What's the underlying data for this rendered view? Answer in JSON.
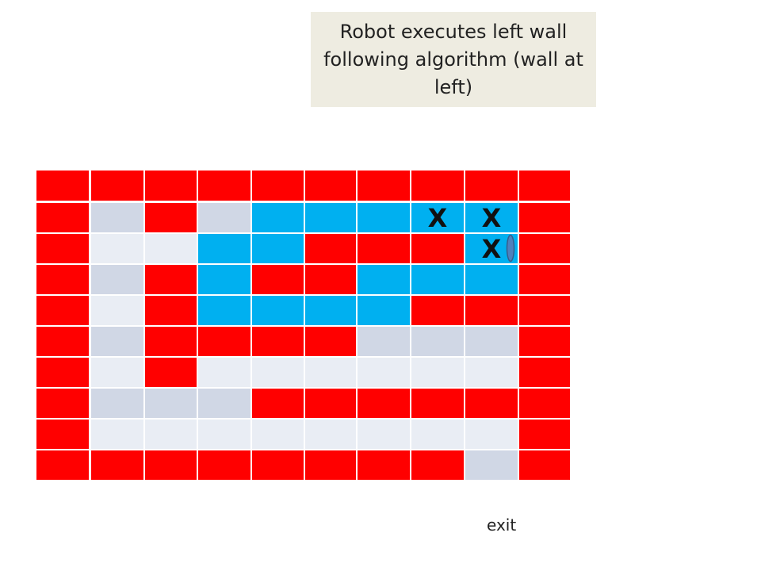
{
  "title": "Robot executes left wall following algorithm (wall at left)",
  "exit_label": "exit",
  "colors": {
    "wall": "#ff0000",
    "path_dark": "#d0d7e5",
    "path_light": "#e9edf4",
    "visited": "#00b0f0",
    "robot": "#4f81bd"
  },
  "maze": {
    "legend": "W = wall, D = dark floor, L = light floor, B = visited (blue)",
    "rows": [
      "WWWWWWWWWW",
      "WDWDBBBBBW",
      "WLLBBWWWBW",
      "WDWBWWBBBW",
      "WLWBBBBWWW",
      "WDWWWWDDDW",
      "WLWLLLLLLW",
      "WDDDWWWWWW",
      "WLLLLLLLLW",
      "WWWWWWWWDW"
    ]
  },
  "marks": [
    {
      "text": "X",
      "row": 1,
      "col": 7
    },
    {
      "text": "X",
      "row": 1,
      "col": 8
    },
    {
      "text": "X",
      "row": 2,
      "col": 8
    }
  ],
  "robot": {
    "row": 2,
    "col": 8,
    "facing": "right",
    "icon": "robot-icon"
  }
}
